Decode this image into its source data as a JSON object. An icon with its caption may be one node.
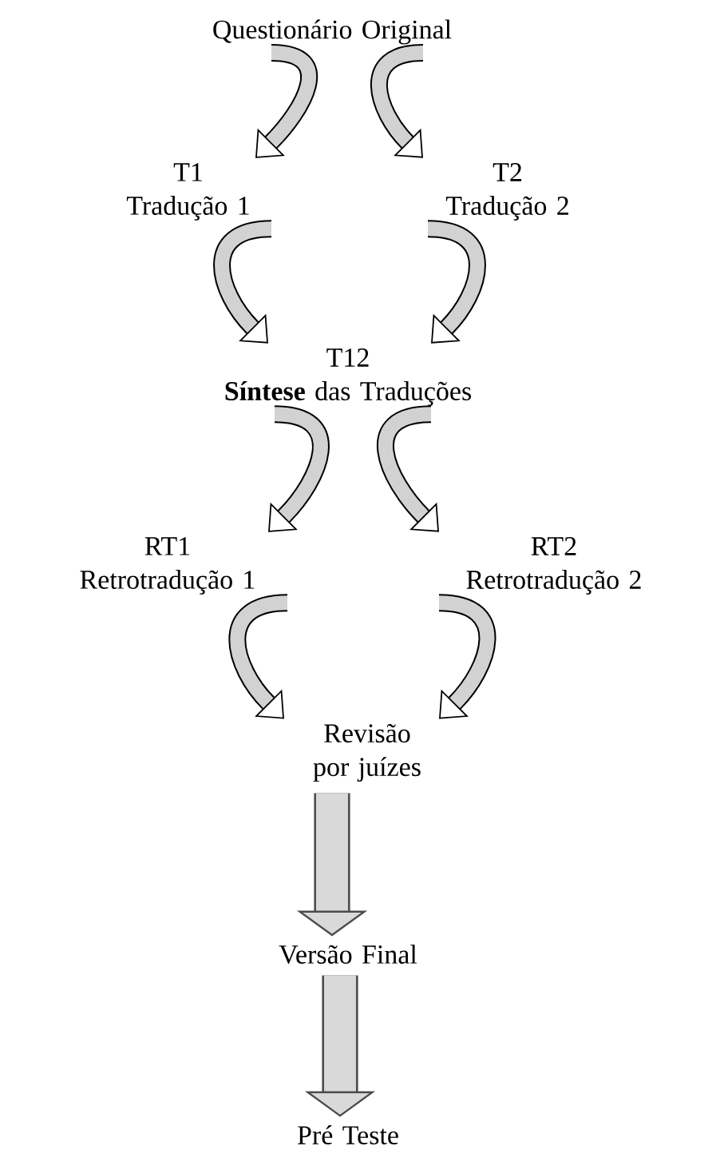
{
  "diagram": {
    "nodes": [
      {
        "text": [
          "Questionário  Original"
        ]
      },
      {
        "text": [
          "T1",
          "Tradução 1"
        ]
      },
      {
        "text": [
          "T2",
          "Tradução 2"
        ]
      },
      {
        "text": [
          "T12",
          "**Síntese** das Traduções"
        ]
      },
      {
        "text": [
          "RT1",
          "Retrotradução 1"
        ]
      },
      {
        "text": [
          "RT2",
          "Retrotradução 2"
        ]
      },
      {
        "text": [
          "Revisão por juízes"
        ]
      },
      {
        "text": [
          "Versão Final"
        ]
      },
      {
        "text": [
          "Pré Teste"
        ]
      }
    ],
    "edges": [
      {
        "from": 0,
        "to": 1,
        "arrow": "to"
      },
      {
        "from": 0,
        "to": 2,
        "arrow": "to"
      },
      {
        "from": 1,
        "to": 3,
        "arrow": "to"
      },
      {
        "from": 2,
        "to": 3,
        "arrow": "to"
      },
      {
        "from": 3,
        "to": 4,
        "arrow": "to"
      },
      {
        "from": 3,
        "to": 5,
        "arrow": "to"
      },
      {
        "from": 4,
        "to": 6,
        "arrow": "to"
      },
      {
        "from": 5,
        "to": 6,
        "arrow": "to"
      },
      {
        "from": 6,
        "to": 7,
        "arrow": "to",
        "style": "thick"
      },
      {
        "from": 7,
        "to": 8,
        "arrow": "to",
        "style": "thick"
      }
    ]
  }
}
